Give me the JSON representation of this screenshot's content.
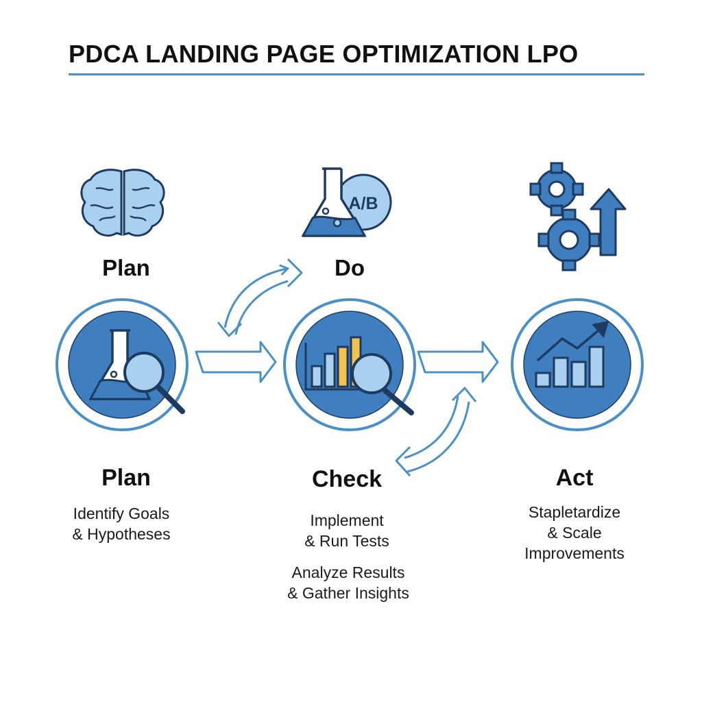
{
  "title": "PDCA LANDING PAGE OPTIMIZATION LPO",
  "stages": {
    "plan": {
      "top_label": "Plan",
      "bottom_label": "Plan",
      "desc": [
        "Identify Goals",
        "& Hypotheses"
      ]
    },
    "do": {
      "top_label": "Do",
      "bottom_label": "Check",
      "desc": [
        "Implement",
        "& Run Tests"
      ],
      "desc2": [
        "Analyze Results",
        "& Gather Insights"
      ],
      "ab_text": "A/B"
    },
    "act": {
      "bottom_label": "Act",
      "desc": [
        "Stapletardize",
        "& Scale",
        "Improvements"
      ]
    }
  },
  "colors": {
    "primary": "#3f7fc0",
    "dark": "#1e3a5f",
    "light": "#a9d0ef",
    "accent": "#f2c14e",
    "outline": "#4a90c8"
  },
  "icons": [
    "brain-icon",
    "flask-ab-icon",
    "gears-arrow-icon",
    "flask-magnifier-icon",
    "bar-chart-magnifier-icon",
    "growth-chart-icon"
  ]
}
